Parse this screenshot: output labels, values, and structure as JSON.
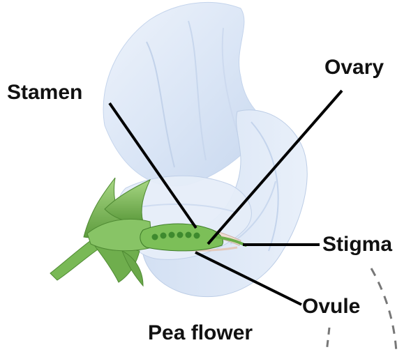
{
  "diagram": {
    "labels": {
      "stamen": "Stamen",
      "ovary": "Ovary",
      "stigma": "Stigma",
      "ovule": "Ovule"
    },
    "caption": "Pea flower"
  },
  "colors": {
    "petal": "#dfe9f7",
    "petal_shade": "#c6d6ee",
    "petal_edge": "#b7c9e4",
    "sepal": "#8cc46a",
    "sepal_dark": "#5e9c3e",
    "pod": "#7cbf58",
    "pea": "#3e8a2e",
    "stamen_filament": "#e9d9d0",
    "leader_line": "#000000",
    "dashed_line": "#777777"
  }
}
